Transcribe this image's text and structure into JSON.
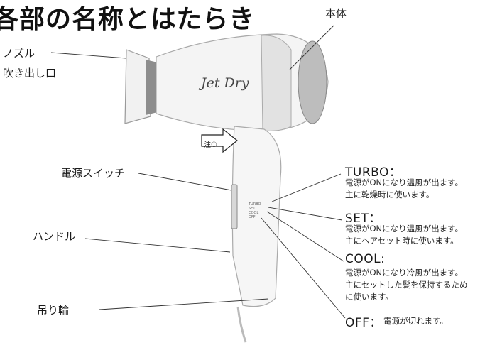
{
  "title": "各部の名称とはたらき",
  "brand": "Jet Dry",
  "note": "注①",
  "switch_marks": [
    "TURBO",
    "SET",
    "COOL",
    "OFF"
  ],
  "labels": {
    "nozzle": "ノズル",
    "outlet": "吹き出し口",
    "body": "本体",
    "power_switch": "電源スイッチ",
    "handle": "ハンドル",
    "hanging_ring": "吊り輪"
  },
  "modes": [
    {
      "name": "TURBO：",
      "lines": [
        "電源がONになり温風が出ます。",
        "主に乾燥時に使います。"
      ]
    },
    {
      "name": "SET：",
      "lines": [
        "電源がONになり温風が出ます。",
        "主にヘアセット時に使います。"
      ]
    },
    {
      "name": "COOL:",
      "lines": [
        "電源がONになり冷風が出ます。",
        "主にセットした髪を保持するため",
        "に使います。"
      ]
    },
    {
      "name": "OFF：",
      "lines": [
        "電源が切れます。"
      ]
    }
  ]
}
